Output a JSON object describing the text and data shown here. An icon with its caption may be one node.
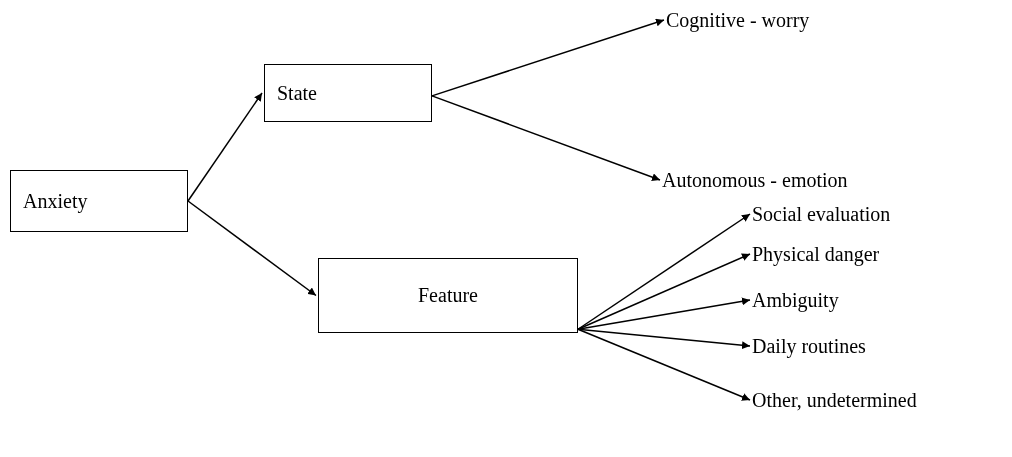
{
  "diagram": {
    "nodes": [
      {
        "text": [
          "Anxiety"
        ]
      },
      {
        "text": [
          "State"
        ]
      },
      {
        "text": [
          "Feature"
        ]
      },
      {
        "text": [
          "Cognitive - worry"
        ]
      },
      {
        "text": [
          "Autonomous - emotion"
        ]
      },
      {
        "text": [
          "Social evaluation"
        ]
      },
      {
        "text": [
          "Physical danger"
        ]
      },
      {
        "text": [
          "Ambiguity"
        ]
      },
      {
        "text": [
          "Daily routines"
        ]
      },
      {
        "text": [
          "Other, undetermined"
        ]
      }
    ],
    "edges": [
      {
        "from": 0,
        "to": 1,
        "arrow": "to"
      },
      {
        "from": 0,
        "to": 2,
        "arrow": "to"
      },
      {
        "from": 1,
        "to": 3,
        "arrow": "to"
      },
      {
        "from": 1,
        "to": 4,
        "arrow": "to"
      },
      {
        "from": 2,
        "to": 5,
        "arrow": "to"
      },
      {
        "from": 2,
        "to": 6,
        "arrow": "to"
      },
      {
        "from": 2,
        "to": 7,
        "arrow": "to"
      },
      {
        "from": 2,
        "to": 8,
        "arrow": "to"
      },
      {
        "from": 2,
        "to": 9,
        "arrow": "to"
      }
    ]
  }
}
